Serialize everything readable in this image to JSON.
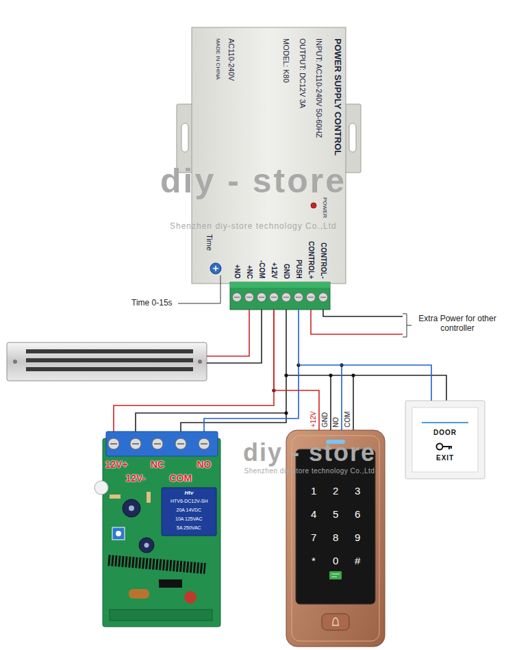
{
  "diagram": {
    "nodes": [
      {
        "text": [
          "POWER SUPPLY CONTROL",
          "INPUT: AC110-240V 50-60HZ",
          "OUTPUT: DC12V 3A",
          "MODEL: K80",
          "AC110-240V",
          "MADE IN CHINA",
          "POWER",
          "Time",
          "+NO",
          "+NC",
          "-COM",
          "+12V",
          "GND",
          "PUSH",
          "CONTROL+",
          "CONTROL-"
        ]
      },
      {
        "text": [
          "DOOR",
          "EXIT"
        ]
      },
      {
        "text": [
          "12V+",
          "NC",
          "NO",
          "12V-",
          "COM",
          "Htv",
          "HTV6-DC12V-SH",
          "20A 14VDC",
          "10A 125VAC",
          "5A 250VAC"
        ]
      },
      {
        "text": [
          "1",
          "2",
          "3",
          "4",
          "5",
          "6",
          "7",
          "8",
          "9",
          "*",
          "0",
          "#"
        ]
      }
    ],
    "edges": [
      {
        "from": 0,
        "to": 1,
        "arrow": "none"
      },
      {
        "from": 0,
        "to": 2,
        "arrow": "none"
      },
      {
        "from": 0,
        "to": 3,
        "arrow": "none"
      }
    ],
    "labels": [
      "diy - store",
      "Shenzhen diy-store technology Co.,Ltd",
      "Time 0-15s",
      "Extra Power for other controller",
      "+12V",
      "GND",
      "NO",
      "COM",
      "diy - store",
      "Shenzhen diy-store technology Co.,Ltd"
    ]
  }
}
